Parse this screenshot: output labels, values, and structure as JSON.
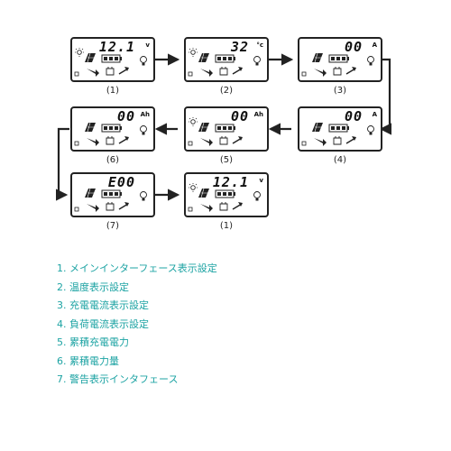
{
  "panels": [
    {
      "id": "p1",
      "reading": "12.1",
      "unit": "v",
      "caption": "(1)",
      "battery_bars": 3,
      "sun": true,
      "bulb": true
    },
    {
      "id": "p2",
      "reading": "32",
      "unit": "°c",
      "caption": "(2)",
      "battery_bars": 3,
      "sun": true,
      "bulb": true
    },
    {
      "id": "p3",
      "reading": "00",
      "unit": "A",
      "caption": "(3)",
      "battery_bars": 3,
      "sun": false,
      "bulb": true
    },
    {
      "id": "p4",
      "reading": "00",
      "unit": "A",
      "caption": "(4)",
      "battery_bars": 3,
      "sun": false,
      "bulb": true
    },
    {
      "id": "p5",
      "reading": "00",
      "unit": "Ah",
      "caption": "(5)",
      "battery_bars": 3,
      "sun": true,
      "bulb": false
    },
    {
      "id": "p6",
      "reading": "00",
      "unit": "Ah",
      "caption": "(6)",
      "battery_bars": 3,
      "sun": false,
      "bulb": true
    },
    {
      "id": "p7",
      "reading": "E00",
      "unit": "",
      "caption": "(7)",
      "battery_bars": 3,
      "sun": false,
      "bulb": true
    },
    {
      "id": "p1b",
      "reading": "12.1",
      "unit": "v",
      "caption": "(1)",
      "battery_bars": 3,
      "sun": true,
      "bulb": true
    }
  ],
  "legend": [
    "1. メインインターフェース表示設定",
    "2. 温度表示設定",
    "3. 充電電流表示設定",
    "4. 負荷電流表示設定",
    "5. 累積充電電力",
    "6. 累積電力量",
    "7. 警告表示インタフェース"
  ],
  "colors": {
    "legend_text": "#1ca3a3",
    "line": "#222222"
  }
}
